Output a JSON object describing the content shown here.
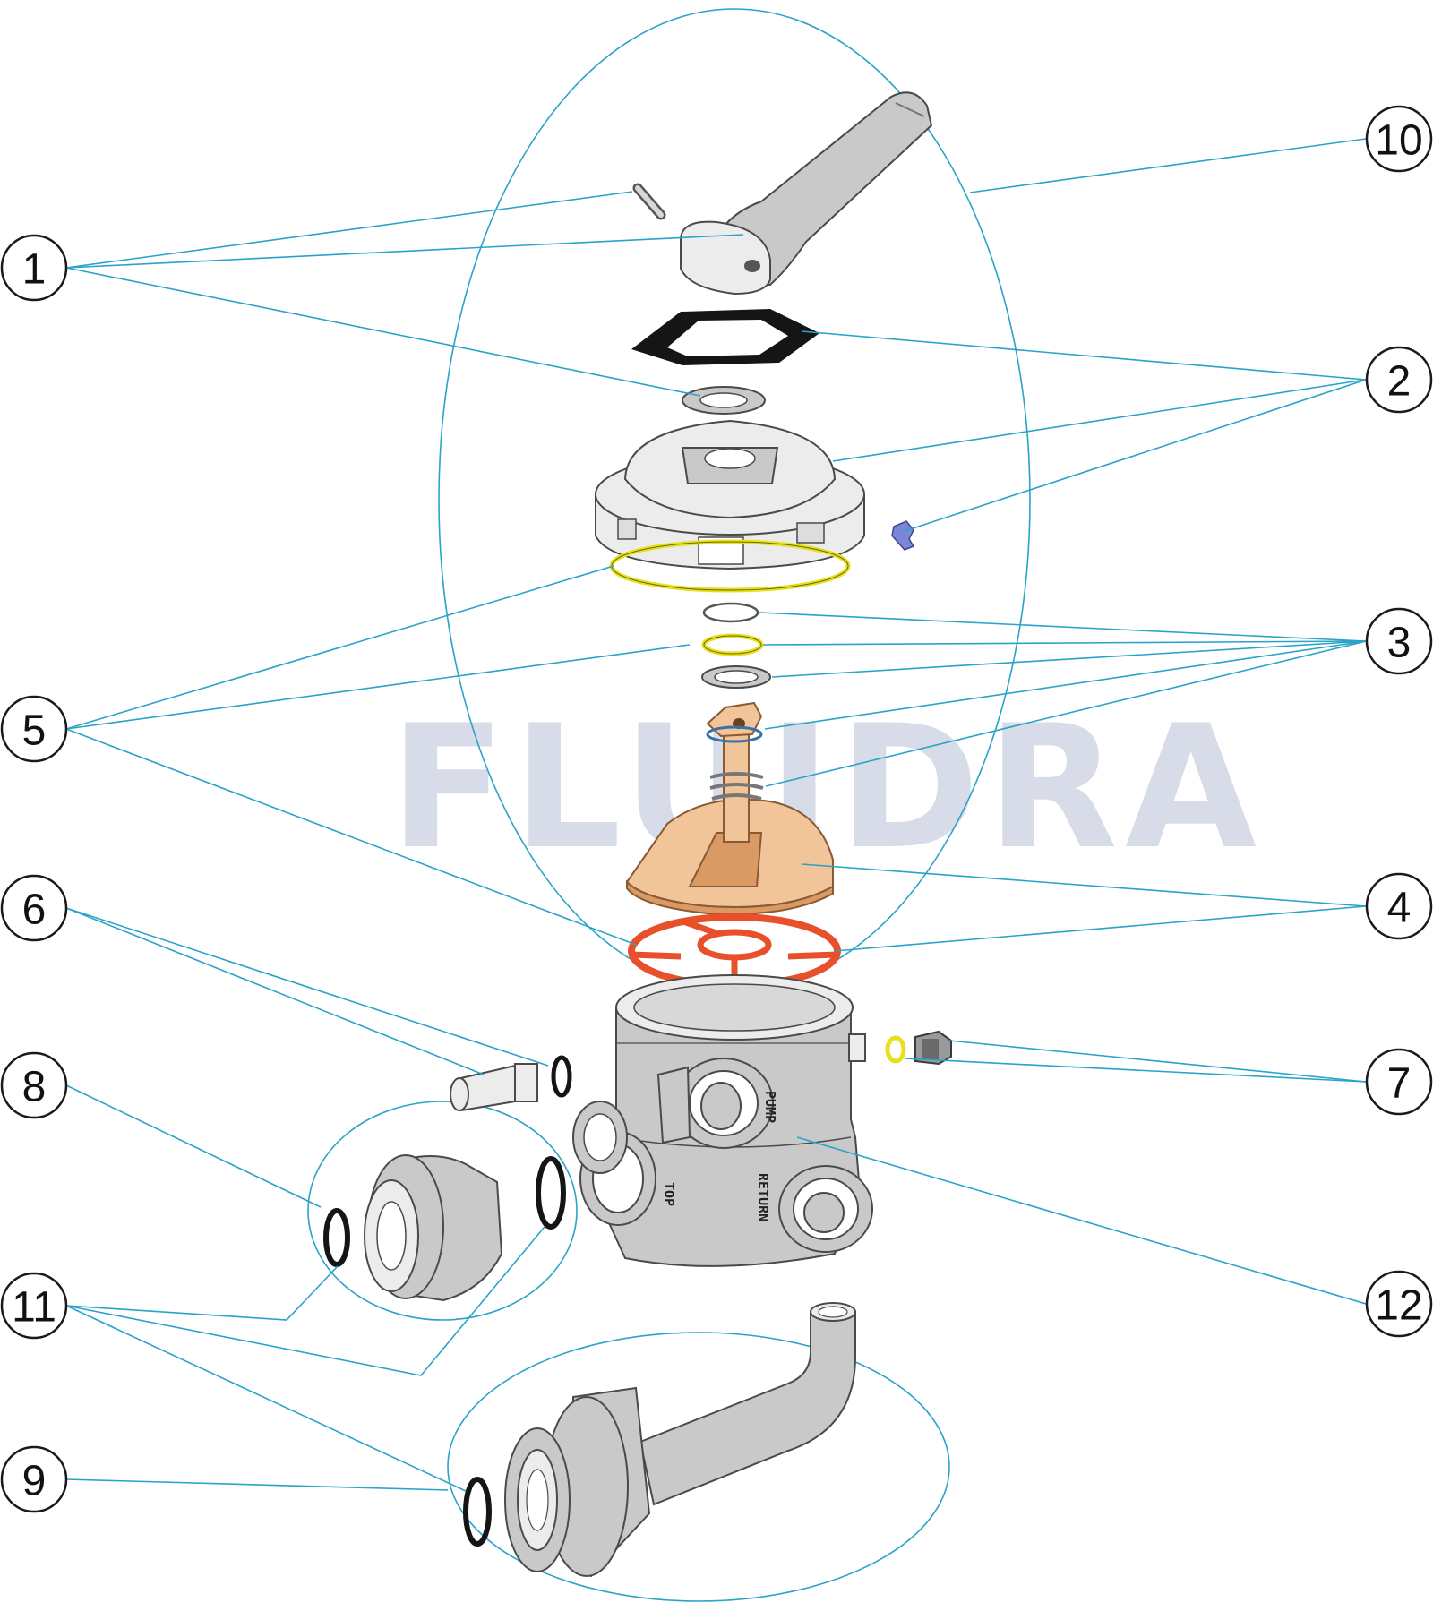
{
  "watermark": "FLUIDRA",
  "callouts": [
    {
      "id": "1",
      "label": "1"
    },
    {
      "id": "2",
      "label": "2"
    },
    {
      "id": "3",
      "label": "3"
    },
    {
      "id": "4",
      "label": "4"
    },
    {
      "id": "5",
      "label": "5"
    },
    {
      "id": "6",
      "label": "6"
    },
    {
      "id": "7",
      "label": "7"
    },
    {
      "id": "8",
      "label": "8"
    },
    {
      "id": "9",
      "label": "9"
    },
    {
      "id": "10",
      "label": "10"
    },
    {
      "id": "11",
      "label": "11"
    },
    {
      "id": "12",
      "label": "12"
    }
  ],
  "port_labels": {
    "pump": "PUMP",
    "top": "TOP",
    "return": "RETURN"
  },
  "colors": {
    "leader": "#2aa3c9",
    "oring_yellow": "#e6e020",
    "gasket_orange": "#e8502a",
    "spider_tan": "#f1c49a",
    "screw_blue": "#7b86d6"
  }
}
